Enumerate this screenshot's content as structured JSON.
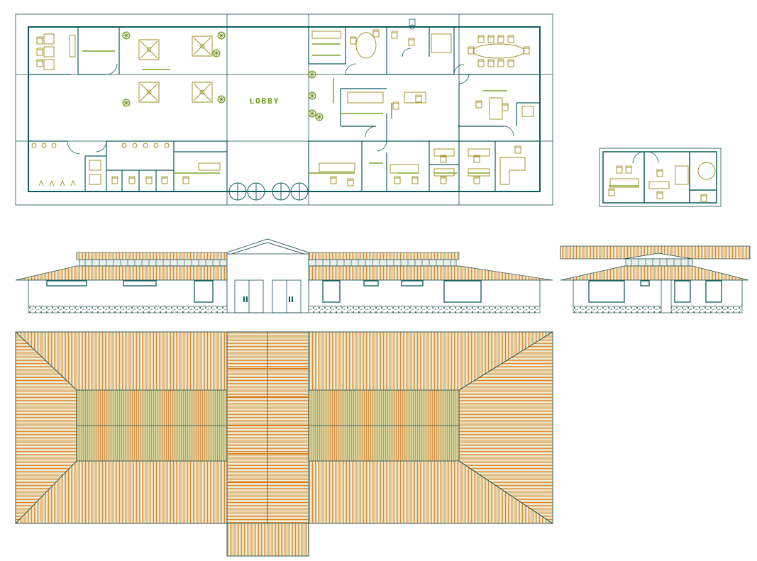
{
  "drawing": {
    "lobby_label": "LOBBY",
    "views": [
      "floor-plan",
      "annex-plan",
      "front-elevation",
      "side-elevation",
      "roof-plan"
    ]
  },
  "colors": {
    "wall": "#0d5c5c",
    "grid": "#1a4d4d",
    "furniture": "#9c8a18",
    "plant": "#6b8f1a",
    "accent": "#7fa62a",
    "roof_orange": "#e07b1a",
    "roof_tan": "#c2a050",
    "roof_green": "#8aa14a",
    "label": "#6e9c1c"
  }
}
